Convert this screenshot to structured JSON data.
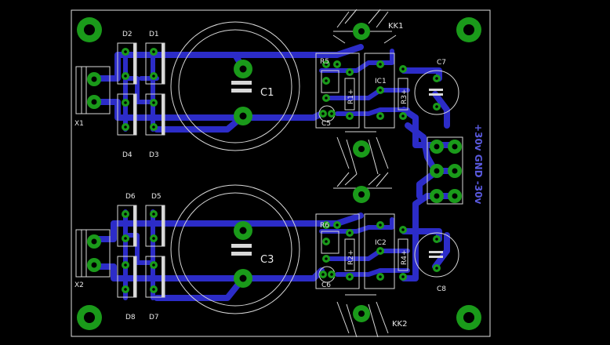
{
  "colors": {
    "background": "#000000",
    "board_outline": "#e0e0e0",
    "silkscreen": "#d8d8d8",
    "trace": "#2c2cc8",
    "pad": "#1a9a1a",
    "vertical_label": "#5a5adf"
  },
  "labels": {
    "d2": "D2",
    "d1": "D1",
    "d4": "D4",
    "d3": "D3",
    "d6": "D6",
    "d5": "D5",
    "d8": "D8",
    "d7": "D7",
    "x1": "X1",
    "x2": "X2",
    "c1": "C1",
    "c3": "C3",
    "c5": "C5",
    "c6": "C6",
    "c7": "C7",
    "c8": "C8",
    "r5": "R5",
    "r6": "R6",
    "r1": "R1+",
    "r2": "R2+",
    "r3": "R3+",
    "r4": "R4+",
    "ic1": "IC1",
    "ic2": "IC2",
    "kk1": "KK1",
    "kk2": "KK2",
    "connector": "+30v GND -30v"
  }
}
